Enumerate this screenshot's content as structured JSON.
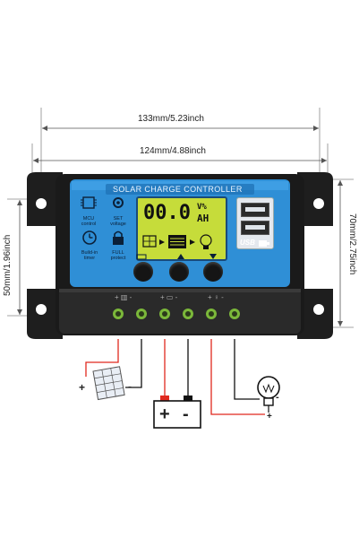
{
  "dimensions": {
    "outer_width": "133mm/5.23inch",
    "inner_width": "124mm/4.88inch",
    "left_height": "50mm/1.96inch",
    "right_height": "70mm/2.75inch"
  },
  "controller": {
    "title": "SOLAR CHARGE CONTROLLER",
    "lcd_value": "00.0",
    "lcd_unit_top": "V%",
    "lcd_unit_bottom": "AH",
    "usb_label": "USB",
    "icons": [
      {
        "name": "mcu-control-icon",
        "label": "MCU\ncontrol"
      },
      {
        "name": "set-voltage-icon",
        "label": "SET\nvoltage"
      },
      {
        "name": "build-in-timer-icon",
        "label": "Build-in\ntimer"
      },
      {
        "name": "full-protect-icon",
        "label": "FULL\nprotect"
      }
    ],
    "terminal_symbols": {
      "solar": "+ ▥ -",
      "battery": "+ ▭ -",
      "load": "+ ♀ -"
    }
  },
  "wiring": {
    "solar_plus": "+",
    "solar_minus": "-",
    "battery_plus": "+",
    "battery_minus": "-",
    "load_minus": "-",
    "load_plus": "+"
  },
  "colors": {
    "case": "#1e1e1e",
    "faceplate": "#2f8fd6",
    "lcd": "#c6dc3a",
    "wire_red": "#e0281e",
    "wire_black": "#111111",
    "terminal_green": "#7bb83a"
  }
}
